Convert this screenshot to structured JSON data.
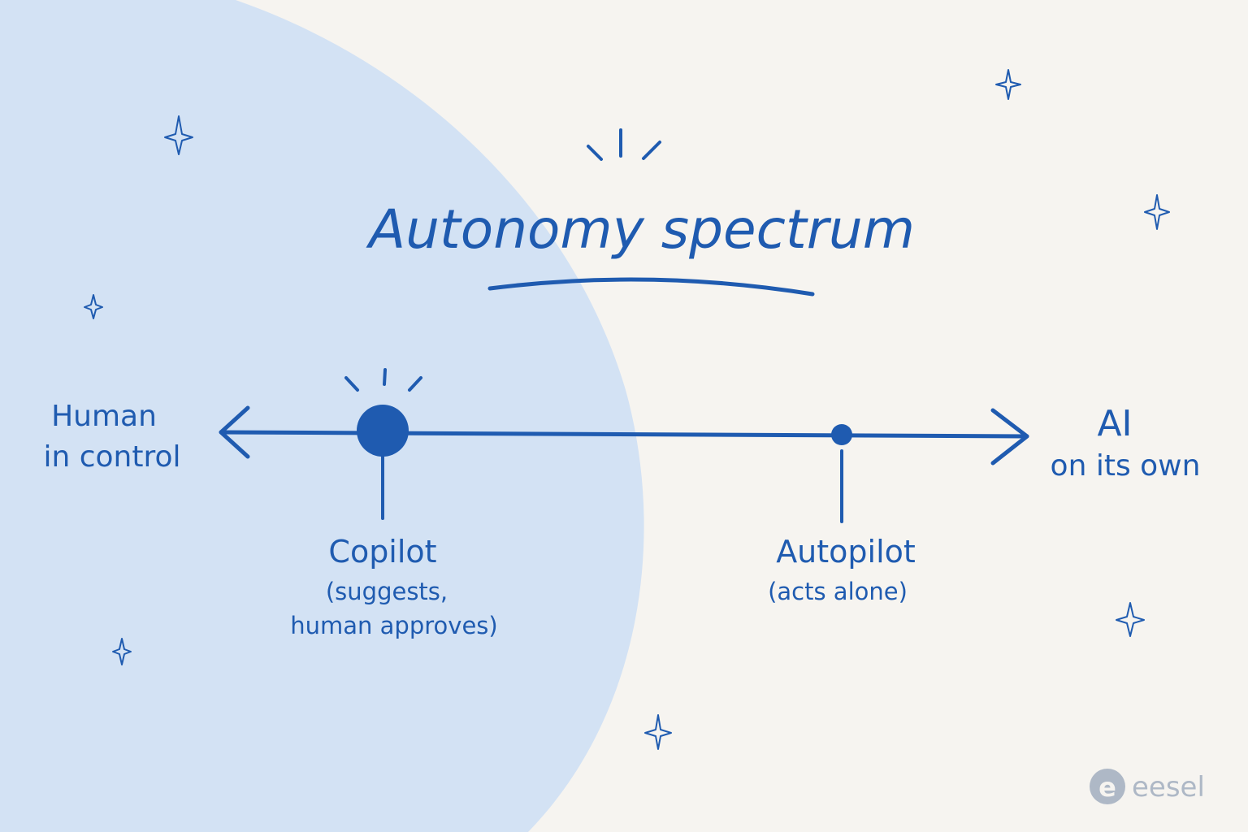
{
  "title": "Autonomy spectrum",
  "left_end": {
    "line1": "Human",
    "line2": "in control"
  },
  "right_end": {
    "line1": "AI",
    "line2": "on its own"
  },
  "points": {
    "copilot": {
      "label": "Copilot",
      "desc_line1": "(suggests,",
      "desc_line2": "human approves)"
    },
    "autopilot": {
      "label": "Autopilot",
      "desc_line1": "(acts alone)"
    }
  },
  "brand": {
    "name": "eesel",
    "logo_letter": "e"
  },
  "colors": {
    "ink": "#1f5bb0",
    "background": "#f6f4f0",
    "blob": "#d3e2f4",
    "brand_gray": "#aeb8c6"
  }
}
